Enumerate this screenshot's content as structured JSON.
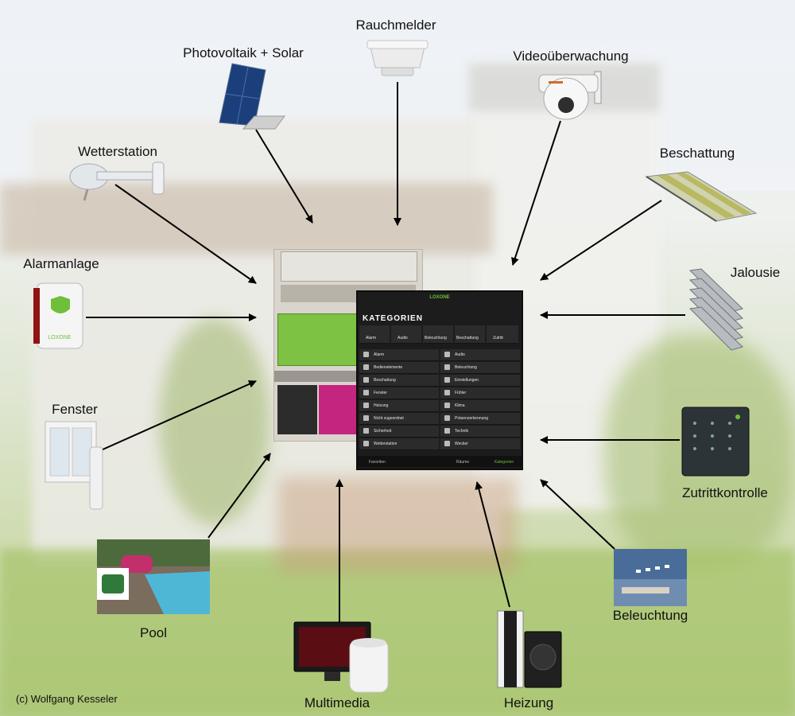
{
  "labels": {
    "rauchmelder": "Rauchmelder",
    "photovoltaik": "Photovoltaik + Solar",
    "videoueberwachung": "Videoüberwachung",
    "wetterstation": "Wetterstation",
    "beschattung": "Beschattung",
    "alarmanlage": "Alarmanlage",
    "jalousie": "Jalousie",
    "fenster": "Fenster",
    "zutrittkontrolle": "Zutrittkontrolle",
    "pool": "Pool",
    "beleuchtung": "Beleuchtung",
    "multimedia": "Multimedia",
    "heizung": "Heizung"
  },
  "copyright": "(c) Wolfgang Kesseler",
  "tablet": {
    "brand": "LOXONE",
    "heading": "KATEGORIEN",
    "top_tiles": [
      "Alarm",
      "Audio",
      "Beleuchtung",
      "Beschattung",
      "Zutritt"
    ],
    "list_left": [
      "Alarm",
      "Bedienelemente",
      "Beschattung",
      "Fenster",
      "Heizung",
      "Nicht zugeordnet",
      "Sicherheit",
      "Wetterstation"
    ],
    "list_right": [
      "Audio",
      "Beleuchtung",
      "Einstellungen",
      "Fühler",
      "Klima",
      "Präsenzerkennung",
      "Technik",
      "Wecker"
    ],
    "tabs": [
      "Favoriten",
      "Räume",
      "Kategorien"
    ]
  },
  "alarm_brand": "LOXONE",
  "colors": {
    "loxone_green": "#6fbf3a",
    "arrow": "#000000"
  }
}
